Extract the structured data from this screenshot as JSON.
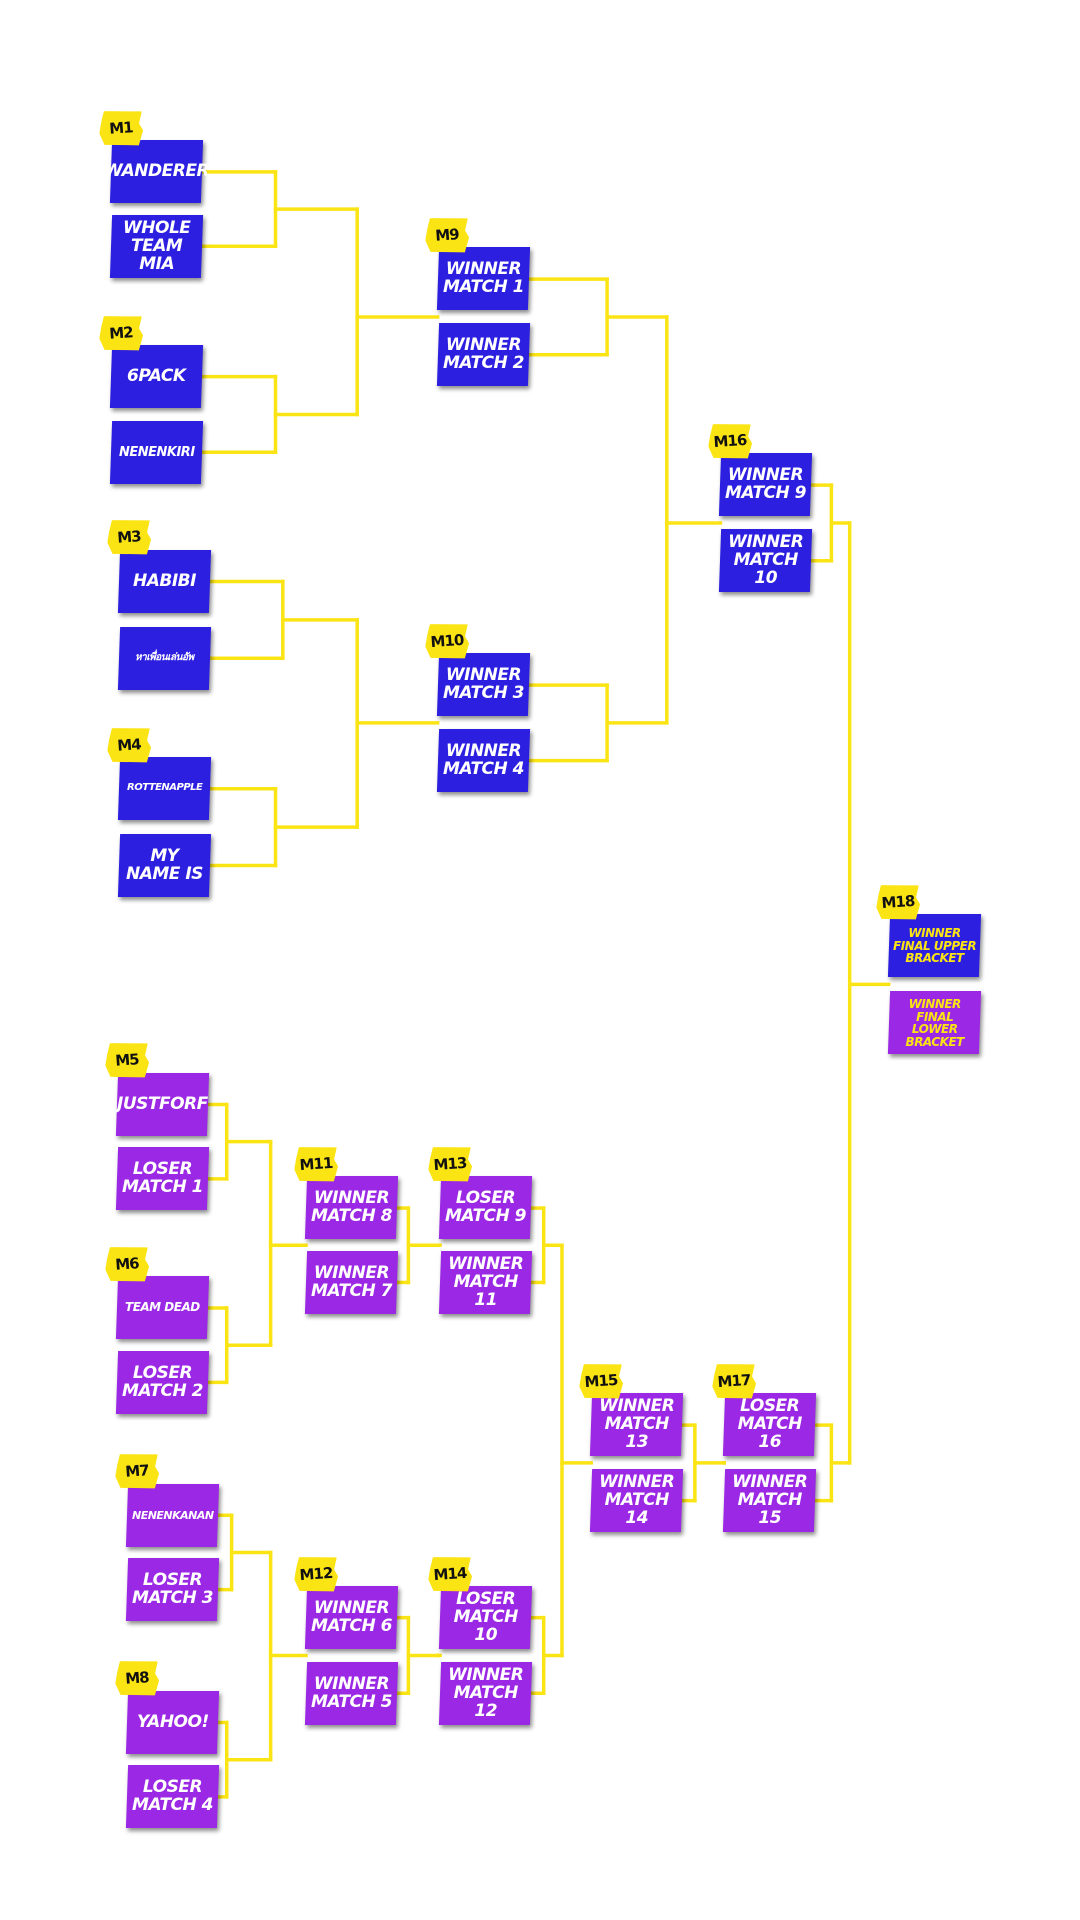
{
  "colors": {
    "upper": "#2d1fe0",
    "lower": "#9b28e4",
    "connector": "#fbe414",
    "tag": "#fbe414",
    "tag_text": "#111111",
    "text": "#ffffff",
    "final_text": "#fbe414"
  },
  "matches": [
    {
      "id": "m1",
      "tag": "M1",
      "bracket": "upper",
      "teams": [
        "WANDERER",
        "WHOLE\nTEAM MIA"
      ]
    },
    {
      "id": "m2",
      "tag": "M2",
      "bracket": "upper",
      "teams": [
        "6PACK",
        "NENENKIRI"
      ]
    },
    {
      "id": "m3",
      "tag": "M3",
      "bracket": "upper",
      "teams": [
        "HABIBI",
        "หาเพื่อนเล่นอัพ"
      ]
    },
    {
      "id": "m4",
      "tag": "M4",
      "bracket": "upper",
      "teams": [
        "ROTTENAPPLE",
        "MY\nNAME IS"
      ]
    },
    {
      "id": "m5",
      "tag": "M5",
      "bracket": "lower",
      "teams": [
        "JUSTFORF",
        "LOSER\nMATCH 1"
      ]
    },
    {
      "id": "m6",
      "tag": "M6",
      "bracket": "lower",
      "teams": [
        "TEAM DEAD",
        "LOSER\nMATCH 2"
      ]
    },
    {
      "id": "m7",
      "tag": "M7",
      "bracket": "lower",
      "teams": [
        "NENENKANAN",
        "LOSER\nMATCH 3"
      ]
    },
    {
      "id": "m8",
      "tag": "M8",
      "bracket": "lower",
      "teams": [
        "YAHOO!",
        "LOSER\nMATCH 4"
      ]
    },
    {
      "id": "m9",
      "tag": "M9",
      "bracket": "upper",
      "teams": [
        "WINNER\nMATCH 1",
        "WINNER\nMATCH 2"
      ]
    },
    {
      "id": "m10",
      "tag": "M10",
      "bracket": "upper",
      "teams": [
        "WINNER\nMATCH 3",
        "WINNER\nMATCH 4"
      ]
    },
    {
      "id": "m11",
      "tag": "M11",
      "bracket": "lower",
      "teams": [
        "WINNER\nMATCH 8",
        "WINNER\nMATCH 7"
      ]
    },
    {
      "id": "m12",
      "tag": "M12",
      "bracket": "lower",
      "teams": [
        "WINNER\nMATCH 6",
        "WINNER\nMATCH 5"
      ]
    },
    {
      "id": "m13",
      "tag": "M13",
      "bracket": "lower",
      "teams": [
        "LOSER\nMATCH 9",
        "WINNER\nMATCH 11"
      ]
    },
    {
      "id": "m14",
      "tag": "M14",
      "bracket": "lower",
      "teams": [
        "LOSER\nMATCH 10",
        "WINNER\nMATCH 12"
      ]
    },
    {
      "id": "m15",
      "tag": "M15",
      "bracket": "lower",
      "teams": [
        "WINNER\nMATCH 13",
        "WINNER\nMATCH 14"
      ]
    },
    {
      "id": "m16",
      "tag": "M16",
      "bracket": "upper",
      "teams": [
        "WINNER\nMATCH 9",
        "WINNER\nMATCH 10"
      ]
    },
    {
      "id": "m17",
      "tag": "M17",
      "bracket": "lower",
      "teams": [
        "LOSER\nMATCH 16",
        "WINNER\nMATCH 15"
      ]
    },
    {
      "id": "m18",
      "tag": "M18",
      "bracket": "final",
      "teams": [
        "WINNER\nFINAL UPPER\nBRACKET",
        "WINNER\nFINAL LOWER\nBRACKET"
      ]
    }
  ]
}
